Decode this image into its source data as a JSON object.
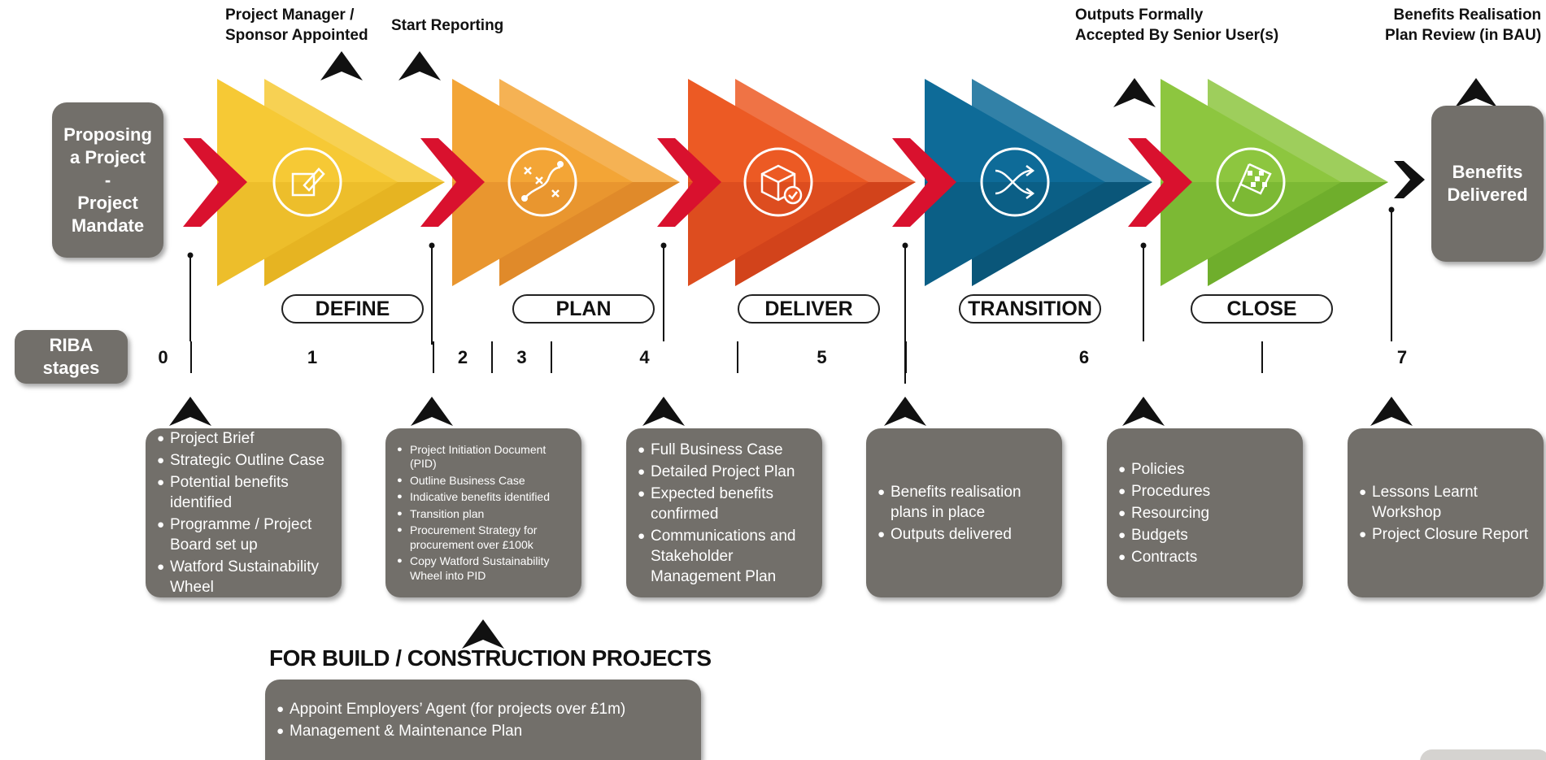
{
  "annotations": {
    "pm_sponsor": [
      "Project Manager /",
      "Sponsor Appointed"
    ],
    "start_reporting": "Start Reporting",
    "outputs_accepted": [
      "Outputs Formally",
      "Accepted By Senior User(s)"
    ],
    "benefits_review": [
      "Benefits Realisation",
      "Plan Review (in BAU)"
    ]
  },
  "start_box": [
    "Proposing",
    "a Project",
    "-",
    "Project",
    "Mandate"
  ],
  "end_box": [
    "Benefits",
    "Delivered"
  ],
  "phases": [
    {
      "label": "DEFINE",
      "color": "#f6c935",
      "dark": "#e6b422",
      "icon": "edit-square-icon"
    },
    {
      "label": "PLAN",
      "color": "#f3a536",
      "dark": "#e08a2a",
      "icon": "strategy-play-icon"
    },
    {
      "label": "DELIVER",
      "color": "#ec5a24",
      "dark": "#d2431b",
      "icon": "package-check-icon"
    },
    {
      "label": "TRANSITION",
      "color": "#0e6b98",
      "dark": "#0a5679",
      "icon": "shuffle-icon"
    },
    {
      "label": "CLOSE",
      "color": "#8dc63f",
      "dark": "#6fae2c",
      "icon": "checkered-flag-icon"
    }
  ],
  "riba": {
    "label": [
      "RIBA",
      "stages"
    ],
    "stages": [
      {
        "num": "0",
        "color": "#e07f19"
      },
      {
        "num": "1",
        "color": "#e5007d"
      },
      {
        "num": "2",
        "color": "#6ac7ec"
      },
      {
        "num": "3",
        "color": "#f8bf1a"
      },
      {
        "num": "4",
        "color": "#7cb62f"
      },
      {
        "num": "5",
        "color": "#b27ca2"
      },
      {
        "num": "6",
        "color": "#c0a614"
      },
      {
        "num": "7",
        "color": "#1a96d4"
      }
    ]
  },
  "colors": {
    "chevron_red": "#d9112e",
    "box_gray": "#726f6a"
  },
  "boxes": [
    [
      "Project Brief",
      "Strategic Outline Case",
      "Potential benefits identified",
      "Programme / Project Board set up",
      "Watford Sustainability Wheel"
    ],
    [
      "Project Initiation Document (PID)",
      "Outline Business Case",
      "Indicative benefits identified",
      "Transition plan",
      "Procurement Strategy for procurement over £100k",
      "Copy Watford Sustainability Wheel into PID"
    ],
    [
      "Full Business Case",
      "Detailed Project Plan",
      "Expected benefits confirmed",
      "Communications and Stakeholder Management Plan"
    ],
    [
      "Benefits realisation plans in place",
      "Outputs delivered"
    ],
    [
      "Policies",
      "Procedures",
      "Resourcing",
      "Budgets",
      "Contracts"
    ],
    [
      "Lessons Learnt Workshop",
      "Project Closure Report"
    ]
  ],
  "build": {
    "heading": "FOR BUILD / CONSTRUCTION PROJECTS",
    "items": [
      "Appoint Employers’ Agent (for projects over £1m)",
      "Management & Maintenance Plan"
    ]
  }
}
